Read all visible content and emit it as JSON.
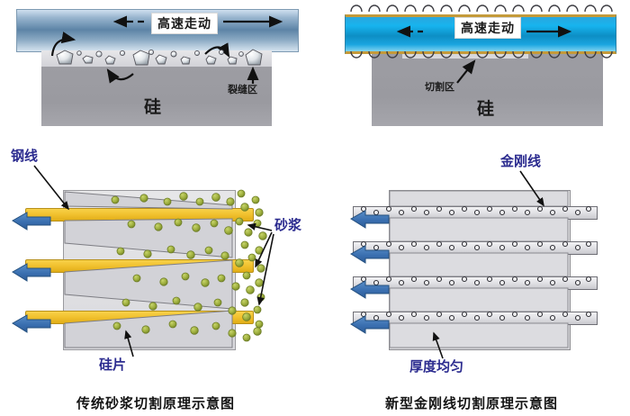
{
  "diagram": {
    "title_left": "传统砂浆切割原理示意图",
    "title_right": "新型金刚线切割原理示意图",
    "colors": {
      "steel_wire": "#f2c230",
      "diamond_wire": "#e2e2e6",
      "slurry_grit": "#9aab3a",
      "silicon": "#9d9da3",
      "wafer": "#dadade",
      "arrow_blue": "#3a6fb0",
      "label_blue": "#2b2b8f",
      "bar_left": "#5d84a6",
      "bar_right": "#0d8ec4",
      "wire_gold_edge": "#c49a3a"
    }
  },
  "top_left": {
    "speed_label": "高速走动",
    "silicon_label": "硅",
    "crack_zone_label": "裂缝区",
    "arrow_left_style": "dashed",
    "arrow_right_style": "solid"
  },
  "top_right": {
    "speed_label": "高速走动",
    "silicon_label": "硅",
    "cut_zone_label": "切割区",
    "arrow_left_style": "dashed",
    "arrow_right_style": "solid"
  },
  "bottom_left": {
    "wire_label": "钢线",
    "slurry_label": "砂浆",
    "wafer_label": "硅片",
    "wire_count": 3,
    "wafer_count": 4,
    "wafer_shape": "tapered"
  },
  "bottom_right": {
    "wire_label": "金刚线",
    "uniform_label": "厚度均匀",
    "wire_count": 4,
    "wafer_count": 5,
    "wafer_shape": "uniform"
  }
}
